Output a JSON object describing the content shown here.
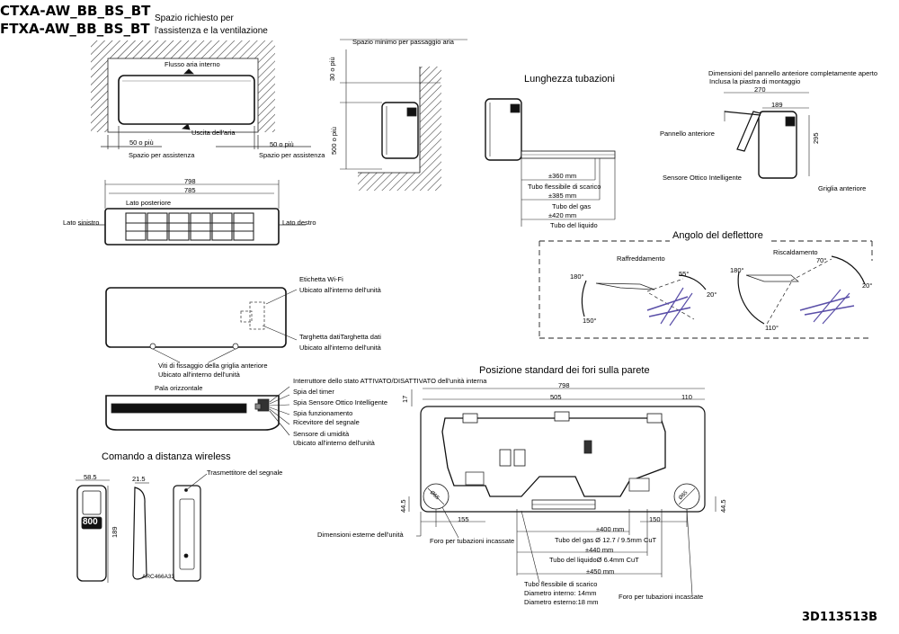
{
  "header": {
    "model_1": "CTXA-AW_BB_BS_BT",
    "model_2": "FTXA-AW_BB_BS_BT",
    "service_space_line1": "Spazio richiesto per",
    "service_space_line2": "l'assistenza e la ventilazione"
  },
  "front_view": {
    "air_in": "Flusso aria interno",
    "air_out": "Uscita dell'aria",
    "min_left": "50 o più",
    "min_right": "50 o più",
    "service_left": "Spazio per assistenza",
    "service_right": "Spazio per assistenza"
  },
  "side_clearance": {
    "title": "Spazio minimo per passaggio aria",
    "top": "30 o più",
    "front": "500 o più"
  },
  "top_view": {
    "width_outer": "798",
    "width_inner": "785",
    "rear": "Lato posteriore",
    "left": "Lato sinistro",
    "right": "Lato destro"
  },
  "piping": {
    "title": "Lunghezza tubazioni",
    "drain_len": "±360 mm",
    "drain": "Tubo flessibile di scarico",
    "gas_len": "±385 mm",
    "gas": "Tubo del gas",
    "liquid_len": "±420 mm",
    "liquid": "Tubo del liquido"
  },
  "panel": {
    "title_line1": "Dimensioni del pannello anteriore completamente aperto",
    "title_line2": "Inclusa la piastra di montaggio",
    "dim_overall": "270",
    "dim_depth": "189",
    "dim_height": "295",
    "front_panel": "Pannello anteriore",
    "sensor": "Sensore Ottico Intelligente",
    "grille": "Griglia anteriore"
  },
  "deflector": {
    "title": "Angolo del deflettore",
    "cooling": "Raffreddamento",
    "heating": "Riscaldamento",
    "c_left": "180°",
    "c_up": "55°",
    "c_right": "20°",
    "c_low": "150°",
    "h_left": "180°",
    "h_up": "70°",
    "h_right": "20°",
    "h_low": "110°"
  },
  "front_labels": {
    "wifi": "Etichetta Wi-Fi",
    "wifi_loc": "Ubicato all'interno dell'unità",
    "nameplate": "Targhetta datiTarghetta dati",
    "nameplate_loc": "Ubicato all'interno dell'unità",
    "screws": "Viti di fissaggio della griglia anteriore",
    "screws_loc": "Ubicato all'interno dell'unità"
  },
  "bottom_labels": {
    "flap": "Pala orizzontale",
    "switch": "Interruttore dello stato ATTIVATO/DISATTIVATO dell'unità interna",
    "timer": "Spia del timer",
    "sensor_lamp": "Spia Sensore Ottico Intelligente",
    "op_lamp": "Spia funzionamento",
    "receiver": "Ricevitore del segnale",
    "humidity": "Sensore di umidità",
    "humidity_loc": "Ubicato all'interno dell'unità"
  },
  "remote": {
    "title": "Comando a distanza wireless",
    "width": "58.5",
    "depth": "21.5",
    "height": "189",
    "transmitter": "Trasmettitore del segnale",
    "display": "800",
    "model": "ARC466A33"
  },
  "wall": {
    "title": "Posizione standard dei fori sulla parete",
    "overall": "798",
    "left_span": "505",
    "right_span": "110",
    "left_h": "17",
    "hole_left_h": "44.5",
    "hole_right_h": "44.5",
    "hole_left_x": "155",
    "hole_right_x": "150",
    "hole_d_left": "Ø65",
    "hole_d_right": "Ø65",
    "outline": "Dimensioni esterne dell'unità",
    "hole_label_1": "Foro per tubazioni incassate",
    "hole_label_2": "Foro per tubazioni incassate",
    "len_400": "±400 mm",
    "gas_pipe": "Tubo del gas   Ø 12.7 / 9.5mm  CuT",
    "len_440": "±440 mm",
    "liquid_pipe": "Tubo del liquidoØ 6.4mm  CuT",
    "len_450": "±450 mm",
    "drain_1": "Tubo flessibile di scarico",
    "drain_2": "Diametro interno: 14mm",
    "drain_3": "Diametro esterno:18 mm"
  },
  "doc_code": "3D113513B"
}
